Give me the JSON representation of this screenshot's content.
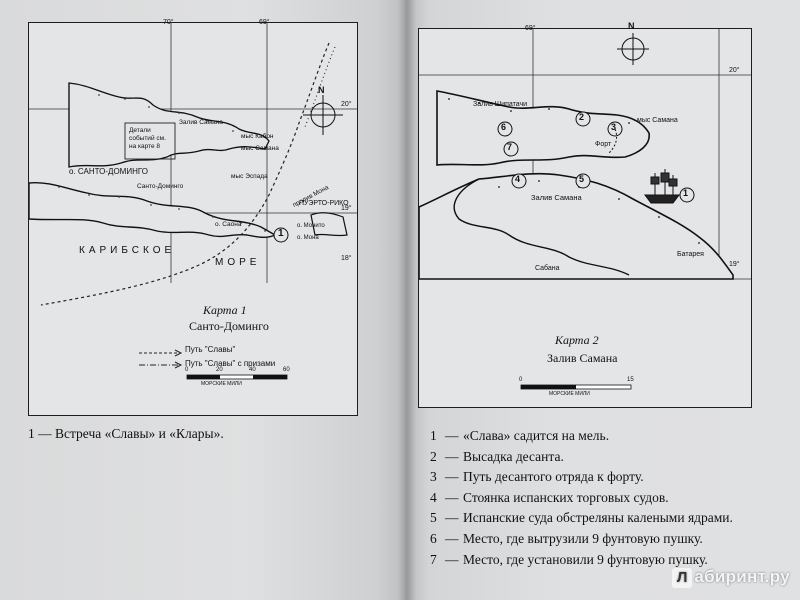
{
  "left_page": {
    "map": {
      "title": "Карта 1",
      "subtitle": "Санто-Доминго",
      "labels": {
        "lon_70": "70°",
        "lon_69": "69°",
        "lat_20": "20°",
        "lat_19": "19°",
        "lat_18": "18°",
        "santo_domingo_island": "о. САНТО-ДОМИНГО",
        "details": "Детали событий см. на карте 8",
        "samana_bay": "Залив Самана",
        "cape_samana": "мыс Самана",
        "cape_cabron": "мыс Кабон",
        "santo_domingo_city": "Санто-Доминго",
        "cape_espada": "мыс Эспада",
        "saona": "о. Саона",
        "mona_passage": "пролив Мона",
        "mona_island": "о. Мона",
        "monito": "о. Монито",
        "puerto_rico": "ПУЭРТО-РИКО",
        "caribbean": "КАРИБСКОЕ",
        "sea": "МОРЕ",
        "marker_1": "1",
        "north": "N",
        "scale_0": "0",
        "scale_20": "20",
        "scale_40": "40",
        "scale_60": "60",
        "scale_unit": "МОРСКИЕ МИЛИ"
      },
      "legend": {
        "route": "Путь \"Славы\"",
        "route_prizes": "Путь \"Славы\" с призами"
      }
    },
    "caption": "1 — Встреча «Славы» и «Клары»."
  },
  "right_page": {
    "map": {
      "title": "Карта 2",
      "subtitle": "Залив Самана",
      "labels": {
        "lon_69": "69°",
        "lat_20": "20°",
        "lat_19": "19°",
        "shipatach_bay": "Залив Шипатачи",
        "cape_samana": "мыс Самана",
        "fort": "Форт",
        "samana_bay": "Залив Самана",
        "sabana": "Сабана",
        "battery": "Батарея",
        "north": "N",
        "scale_0": "0",
        "scale_15": "15",
        "scale_unit": "МОРСКИЕ МИЛИ",
        "m1": "1",
        "m2": "2",
        "m3": "3",
        "m4": "4",
        "m5": "5",
        "m6": "6",
        "m7": "7"
      }
    },
    "legend_items": [
      {
        "num": "1",
        "text": "«Слава» садится на мель."
      },
      {
        "num": "2",
        "text": "Высадка десанта."
      },
      {
        "num": "3",
        "text": "Путь десантого отряда к форту."
      },
      {
        "num": "4",
        "text": "Стоянка испанских торговых судов."
      },
      {
        "num": "5",
        "text": "Испанские суда обстреляны калеными ядрами."
      },
      {
        "num": "6",
        "text": "Место, где вытрузили 9 фунтовую пушку."
      },
      {
        "num": "7",
        "text": "Место, где установили 9 фунтовую пушку."
      }
    ]
  },
  "watermark": {
    "icon": "Л",
    "text": "абиринт.ру"
  },
  "colors": {
    "ink": "#1a1a1a",
    "paper": "#e0e1e2",
    "table": "#3a3d3f"
  }
}
